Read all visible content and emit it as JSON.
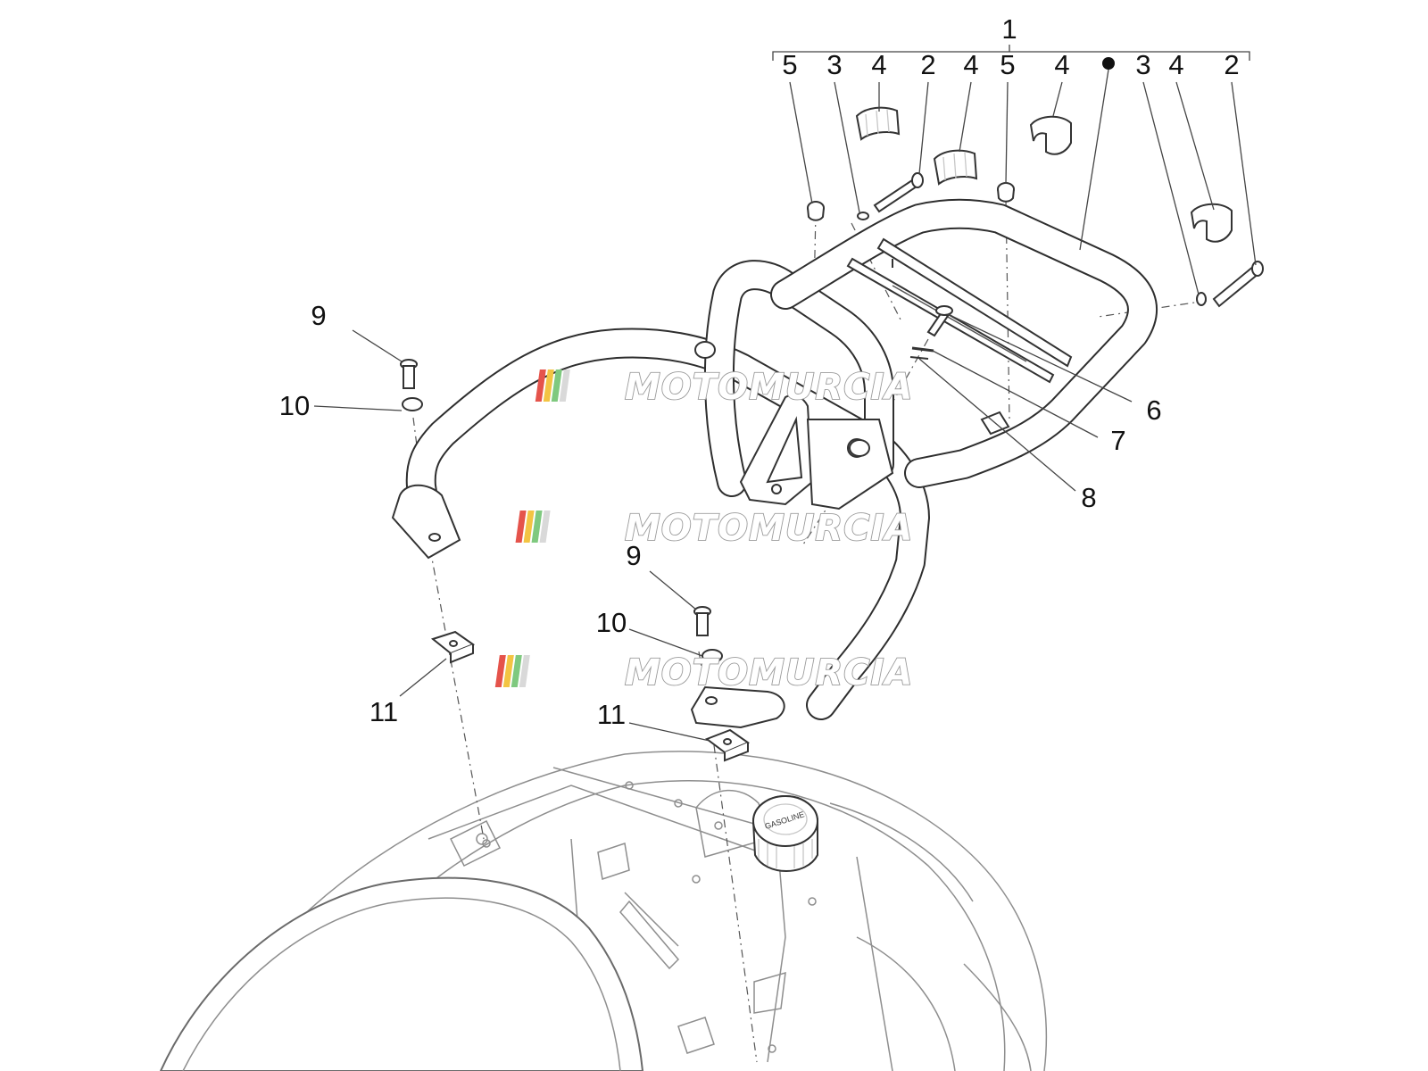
{
  "callouts": [
    {
      "id": "c1",
      "text": "1"
    },
    {
      "id": "c5a",
      "text": "5"
    },
    {
      "id": "c3a",
      "text": "3"
    },
    {
      "id": "c4a",
      "text": "4"
    },
    {
      "id": "c2a",
      "text": "2"
    },
    {
      "id": "c4b",
      "text": "4"
    },
    {
      "id": "c5b",
      "text": "5"
    },
    {
      "id": "c4c",
      "text": "4"
    },
    {
      "id": "c3b",
      "text": "3"
    },
    {
      "id": "c4d",
      "text": "4"
    },
    {
      "id": "c2b",
      "text": "2"
    },
    {
      "id": "c6",
      "text": "6"
    },
    {
      "id": "c7",
      "text": "7"
    },
    {
      "id": "c8",
      "text": "8"
    },
    {
      "id": "c9a",
      "text": "9"
    },
    {
      "id": "c10a",
      "text": "10"
    },
    {
      "id": "c11a",
      "text": "11"
    },
    {
      "id": "c9b",
      "text": "9"
    },
    {
      "id": "c10b",
      "text": "10"
    },
    {
      "id": "c11b",
      "text": "11"
    }
  ],
  "watermark": {
    "text": "MOTOMURCIA",
    "count": 3,
    "stripe_colors": [
      "#e5534b",
      "#f3c443",
      "#7fc97f",
      "#d9d9d9"
    ]
  },
  "cap_label": "GASOLINE",
  "colors": {
    "line": "#333333",
    "body": "#8e8e8e",
    "text": "#111111"
  }
}
